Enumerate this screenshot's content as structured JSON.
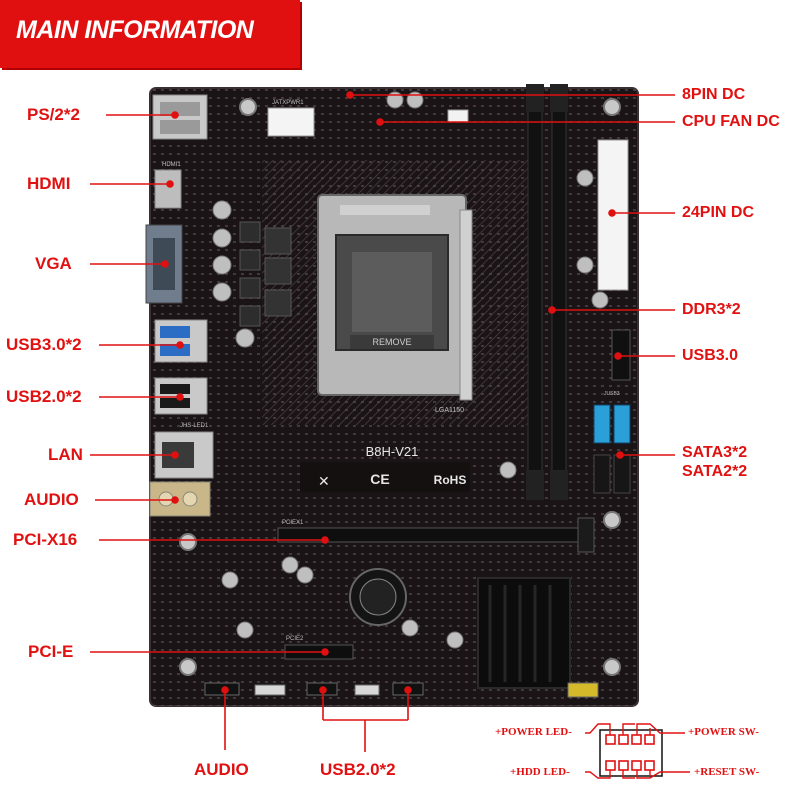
{
  "banner": {
    "title": "MAIN INFORMATION"
  },
  "left_labels": [
    {
      "id": "ps2",
      "text": "PS/2*2"
    },
    {
      "id": "hdmi",
      "text": "HDMI"
    },
    {
      "id": "vga",
      "text": "VGA"
    },
    {
      "id": "usb30x2",
      "text": "USB3.0*2"
    },
    {
      "id": "usb20x2",
      "text": "USB2.0*2"
    },
    {
      "id": "lan",
      "text": "LAN"
    },
    {
      "id": "audio",
      "text": "AUDIO"
    },
    {
      "id": "pcix16",
      "text": "PCI-X16"
    },
    {
      "id": "pcie",
      "text": "PCI-E"
    }
  ],
  "right_labels": [
    {
      "id": "8pin",
      "text": "8PIN DC"
    },
    {
      "id": "cpufan",
      "text": "CPU FAN DC"
    },
    {
      "id": "24pin",
      "text": "24PIN DC"
    },
    {
      "id": "ddr3",
      "text": "DDR3*2"
    },
    {
      "id": "usb30",
      "text": "USB3.0"
    },
    {
      "id": "sata3",
      "text": "SATA3*2"
    },
    {
      "id": "sata2",
      "text": "SATA2*2"
    }
  ],
  "bottom_labels": [
    {
      "id": "audio_bottom",
      "text": "AUDIO"
    },
    {
      "id": "usb20_bottom",
      "text": "USB2.0*2"
    }
  ],
  "front_panel": {
    "power_led": "+POWER LED-",
    "power_sw": "+POWER SW-",
    "hdd_led": "+HDD LED-",
    "reset_sw": "+RESET SW-"
  },
  "board_markings": {
    "model": "B8H-V21",
    "ce": "CE",
    "rohs": "RoHS",
    "socket": "LGA1150",
    "remove": "REMOVE",
    "jatx": "JATXPWR1",
    "pciex1": "PCIEX1",
    "pciex2": "PCIE2",
    "hdmi1": "HDMI1",
    "jusb3": "JUSB3",
    "lan_led": "JHS-LED1"
  },
  "colors": {
    "accent": "#e01010",
    "board": "#1b1416",
    "sata": "#2a9fd8"
  }
}
